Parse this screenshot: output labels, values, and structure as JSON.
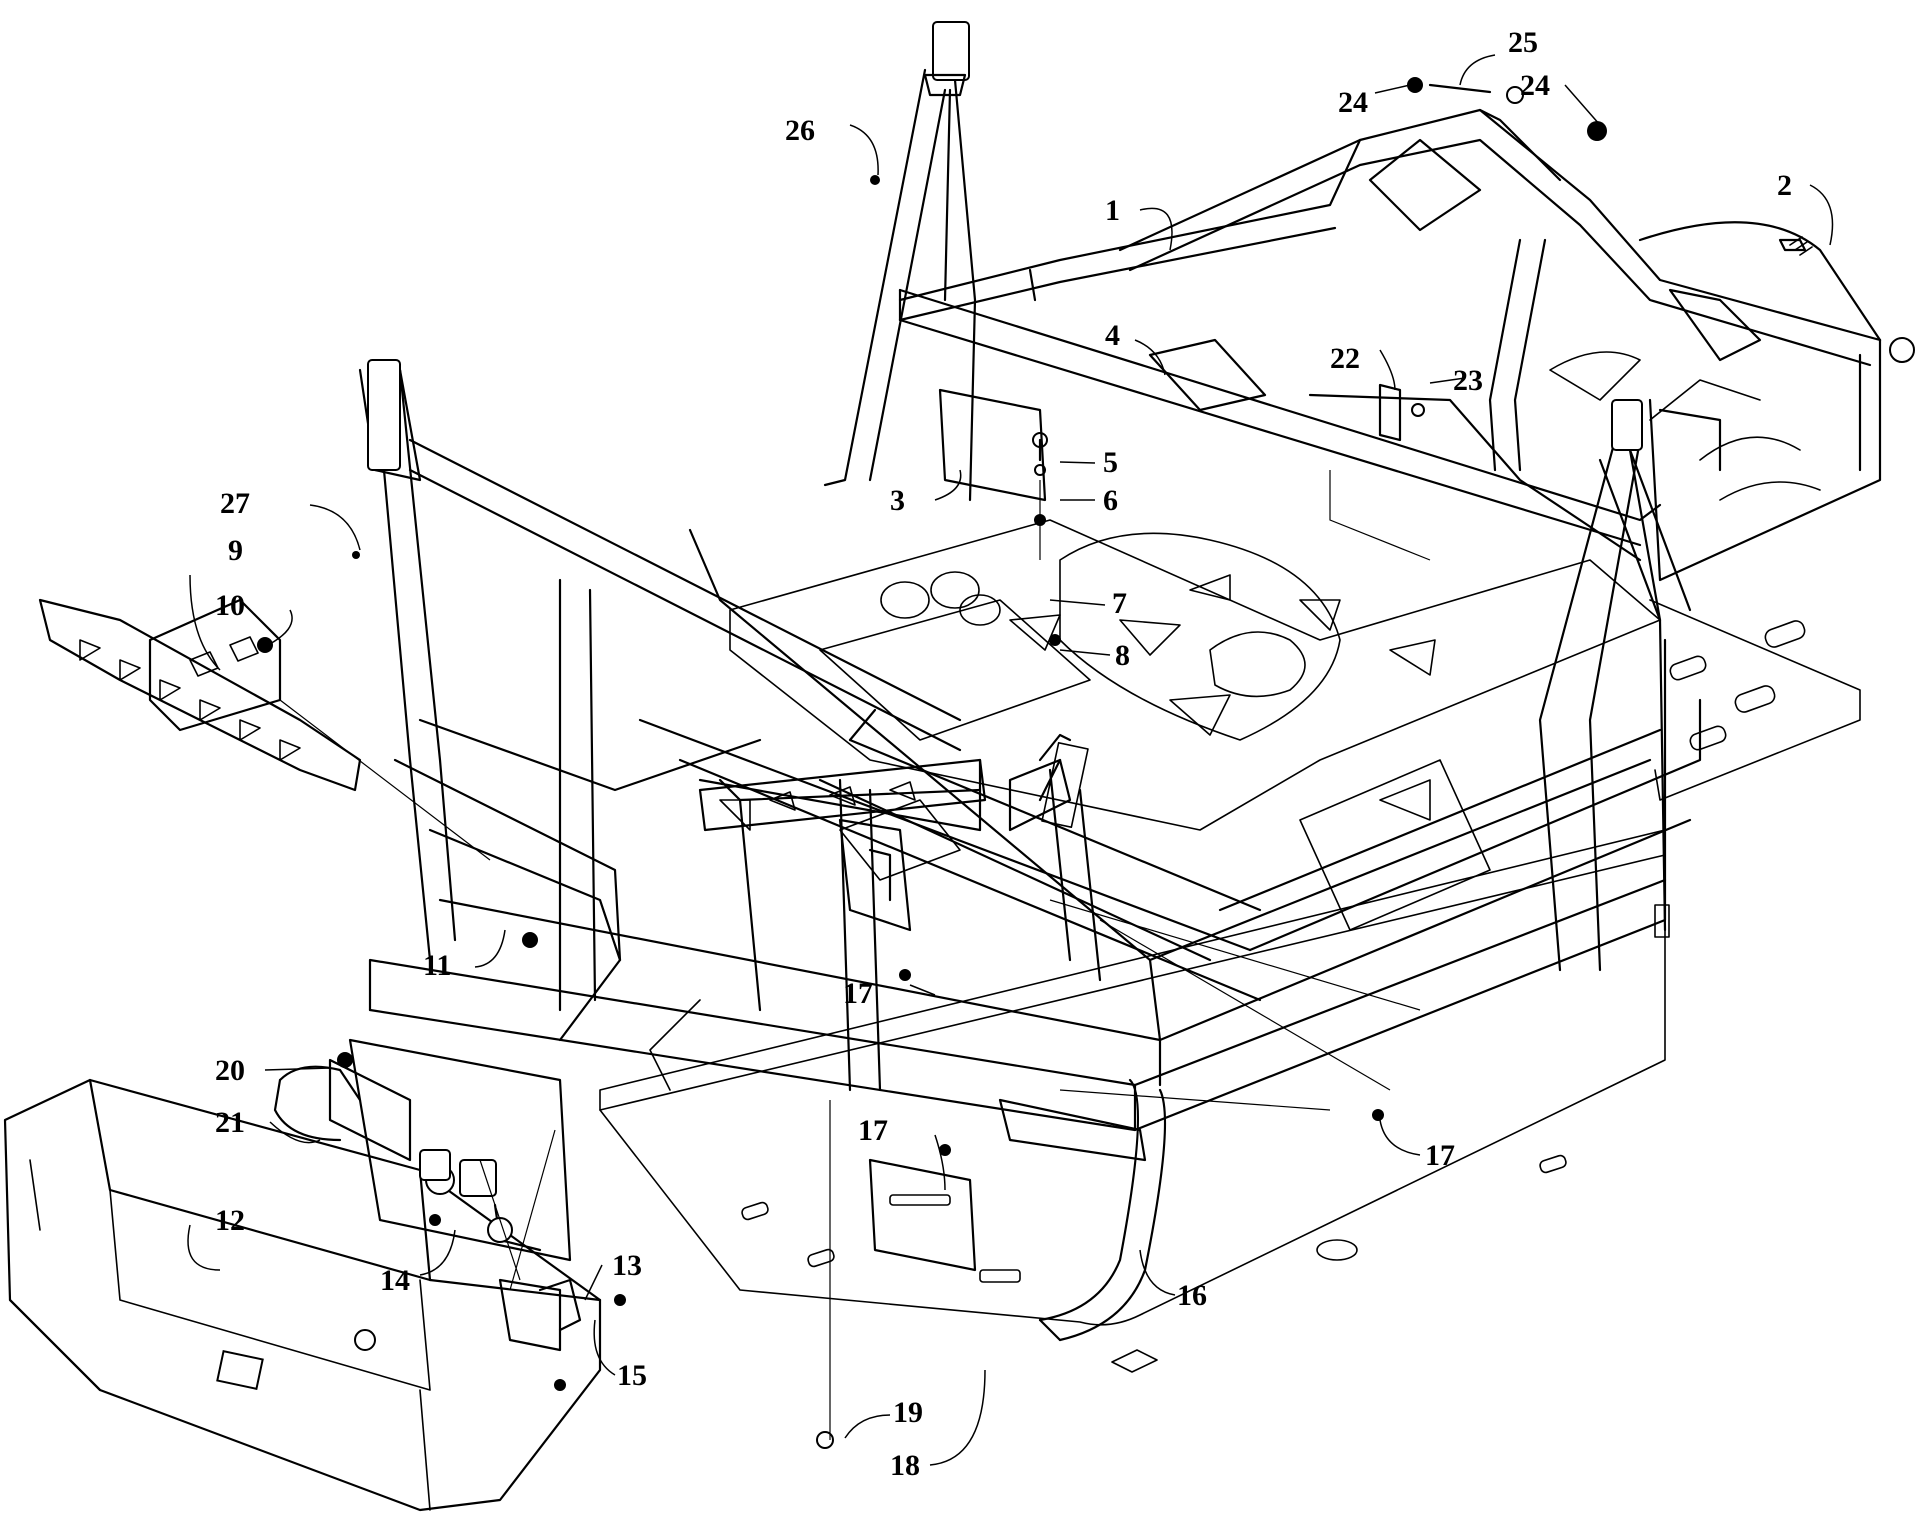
{
  "callouts": [
    {
      "id": "c1",
      "label": "1"
    },
    {
      "id": "c2",
      "label": "2"
    },
    {
      "id": "c3",
      "label": "3"
    },
    {
      "id": "c4",
      "label": "4"
    },
    {
      "id": "c5",
      "label": "5"
    },
    {
      "id": "c6",
      "label": "6"
    },
    {
      "id": "c7",
      "label": "7"
    },
    {
      "id": "c8",
      "label": "8"
    },
    {
      "id": "c9",
      "label": "9"
    },
    {
      "id": "c10",
      "label": "10"
    },
    {
      "id": "c11",
      "label": "11"
    },
    {
      "id": "c12",
      "label": "12"
    },
    {
      "id": "c13",
      "label": "13"
    },
    {
      "id": "c14",
      "label": "14"
    },
    {
      "id": "c15",
      "label": "15"
    },
    {
      "id": "c16",
      "label": "16"
    },
    {
      "id": "c17a",
      "label": "17"
    },
    {
      "id": "c17b",
      "label": "17"
    },
    {
      "id": "c17c",
      "label": "17"
    },
    {
      "id": "c18",
      "label": "18"
    },
    {
      "id": "c19",
      "label": "19"
    },
    {
      "id": "c20",
      "label": "20"
    },
    {
      "id": "c21",
      "label": "21"
    },
    {
      "id": "c22",
      "label": "22"
    },
    {
      "id": "c23",
      "label": "23"
    },
    {
      "id": "c24a",
      "label": "24"
    },
    {
      "id": "c24b",
      "label": "24"
    },
    {
      "id": "c25",
      "label": "25"
    },
    {
      "id": "c26",
      "label": "26"
    },
    {
      "id": "c27",
      "label": "27"
    }
  ]
}
